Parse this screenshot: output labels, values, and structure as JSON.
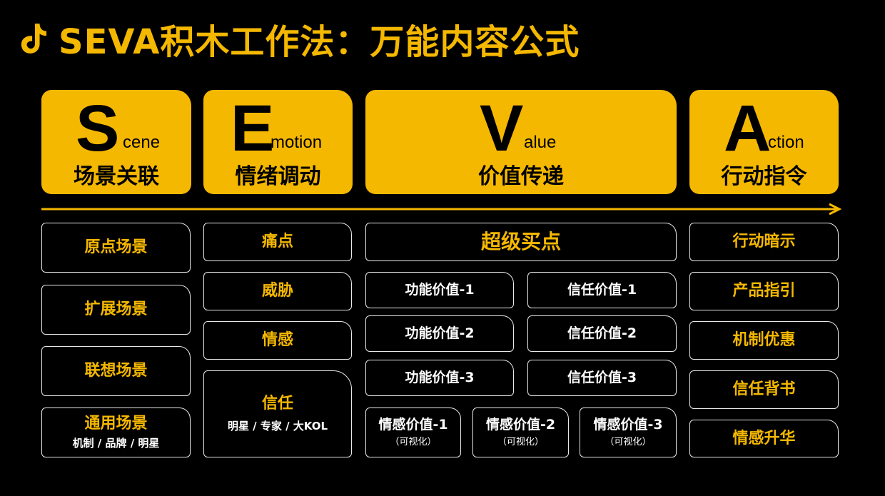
{
  "title": "SEVA积木工作法：万能内容公式",
  "logo_icon": "tiktok-icon",
  "accent_color": "#f5b800",
  "headers": {
    "s": {
      "letter": "S",
      "word": "cene",
      "cn": "场景关联"
    },
    "e": {
      "letter": "E",
      "word": "motion",
      "cn": "情绪调动"
    },
    "v": {
      "letter": "V",
      "word": "alue",
      "cn": "价值传递"
    },
    "a": {
      "letter": "A",
      "word": "ction",
      "cn": "行动指令"
    }
  },
  "scene": [
    "原点场景",
    "扩展场景",
    "联想场景",
    "通用场景"
  ],
  "scene_general_sub": "机制 / 品牌 / 明星",
  "emotion": [
    "痛点",
    "威胁",
    "情感",
    "信任"
  ],
  "emotion_trust_sub": "明星 / 专家 / 大KOL",
  "value": {
    "super": "超级买点",
    "func": [
      "功能价值-1",
      "功能价值-2",
      "功能价值-3"
    ],
    "trust": [
      "信任价值-1",
      "信任价值-2",
      "信任价值-3"
    ],
    "emo": [
      "情感价值-1",
      "情感价值-2",
      "情感价值-3"
    ],
    "emo_sub": "（可视化）"
  },
  "action": [
    "行动暗示",
    "产品指引",
    "机制优惠",
    "信任背书",
    "情感升华"
  ]
}
